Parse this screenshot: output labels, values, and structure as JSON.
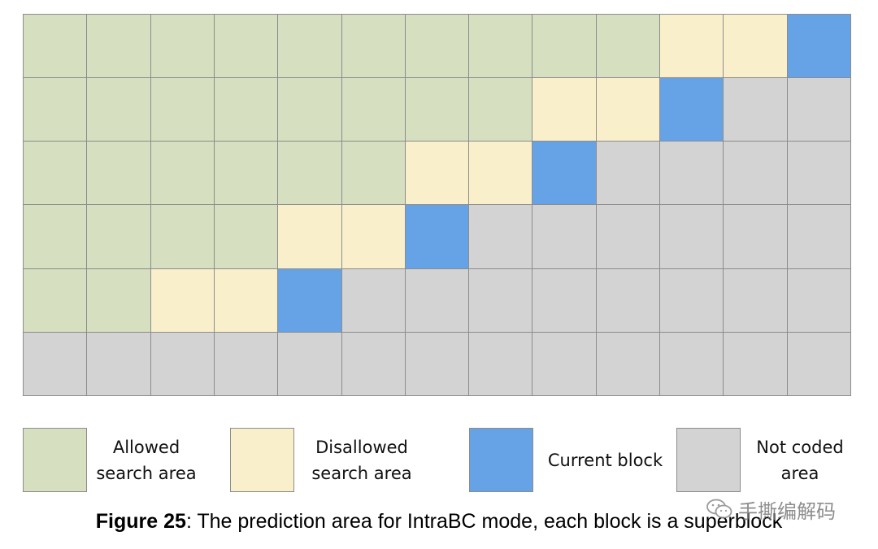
{
  "palette": {
    "allowed": "#d6dfbf",
    "disallowed": "#f9f0cb",
    "current": "#66a3e6",
    "notcoded": "#d3d3d3"
  },
  "grid": {
    "rows": 6,
    "cols": 13,
    "cells": [
      [
        "A",
        "A",
        "A",
        "A",
        "A",
        "A",
        "A",
        "A",
        "A",
        "A",
        "D",
        "D",
        "C"
      ],
      [
        "A",
        "A",
        "A",
        "A",
        "A",
        "A",
        "A",
        "A",
        "D",
        "D",
        "C",
        "N",
        "N"
      ],
      [
        "A",
        "A",
        "A",
        "A",
        "A",
        "A",
        "D",
        "D",
        "C",
        "N",
        "N",
        "N",
        "N"
      ],
      [
        "A",
        "A",
        "A",
        "A",
        "D",
        "D",
        "C",
        "N",
        "N",
        "N",
        "N",
        "N",
        "N"
      ],
      [
        "A",
        "A",
        "D",
        "D",
        "C",
        "N",
        "N",
        "N",
        "N",
        "N",
        "N",
        "N",
        "N"
      ],
      [
        "N",
        "N",
        "N",
        "N",
        "N",
        "N",
        "N",
        "N",
        "N",
        "N",
        "N",
        "N",
        "N"
      ]
    ]
  },
  "legend": {
    "allowed": {
      "line1": "Allowed",
      "line2": "search area"
    },
    "disallowed": {
      "line1": "Disallowed",
      "line2": "search area"
    },
    "current": {
      "line1": "Current block"
    },
    "notcoded": {
      "line1": "Not coded",
      "line2": "area"
    }
  },
  "caption": {
    "label": "Figure 25",
    "text": ": The prediction area for IntraBC mode, each block is a superblock"
  },
  "watermark": {
    "text": "手撕编解码",
    "icon": "wechat-icon"
  }
}
